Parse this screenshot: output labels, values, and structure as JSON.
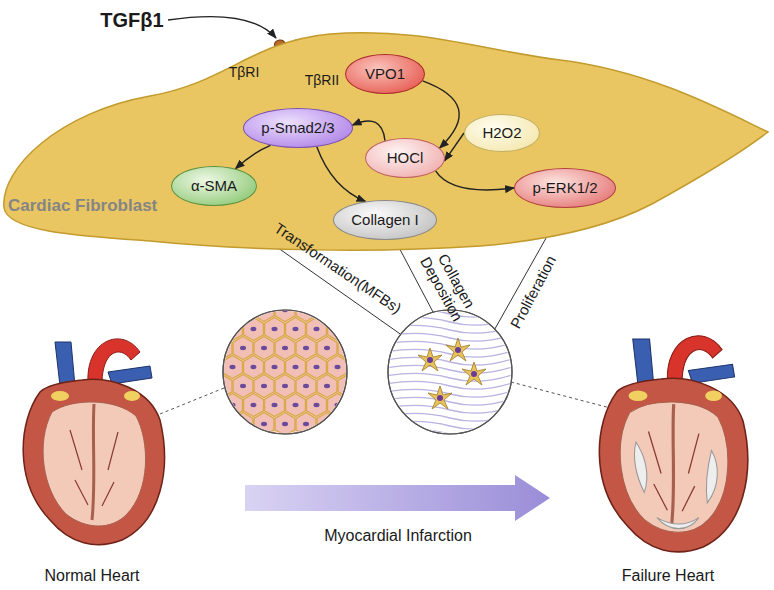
{
  "diagram": {
    "nodes": [
      {
        "text": [
          "Cardiac Fibroblast"
        ]
      },
      {
        "text": [
          "VPO1"
        ],
        "in": 0
      },
      {
        "text": [
          "p-Smad2/3"
        ],
        "in": 0
      },
      {
        "text": [
          "H2O2"
        ],
        "in": 0
      },
      {
        "text": [
          "HOCl"
        ],
        "in": 0
      },
      {
        "text": [
          "α-SMA"
        ],
        "in": 0
      },
      {
        "text": [
          "Collagen I"
        ],
        "in": 0
      },
      {
        "text": [
          "p-ERK1/2"
        ],
        "in": 0
      }
    ],
    "edges": [
      {
        "from": 1,
        "to": 4,
        "arrow": "to"
      },
      {
        "from": 3,
        "to": 4,
        "arrow": "to"
      },
      {
        "from": 4,
        "to": 2,
        "arrow": "to"
      },
      {
        "from": 2,
        "to": 5,
        "arrow": "to"
      },
      {
        "from": 2,
        "to": 6,
        "arrow": "to"
      },
      {
        "from": 4,
        "to": 7,
        "arrow": "to"
      }
    ],
    "labels": [
      "TGFβ1",
      "TβRI",
      "TβRII",
      "Transformation(MFBs)",
      "Collagen Deposition",
      "Proliferation",
      "Normal Heart",
      "Myocardial Infarction",
      "Failure Heart"
    ]
  }
}
